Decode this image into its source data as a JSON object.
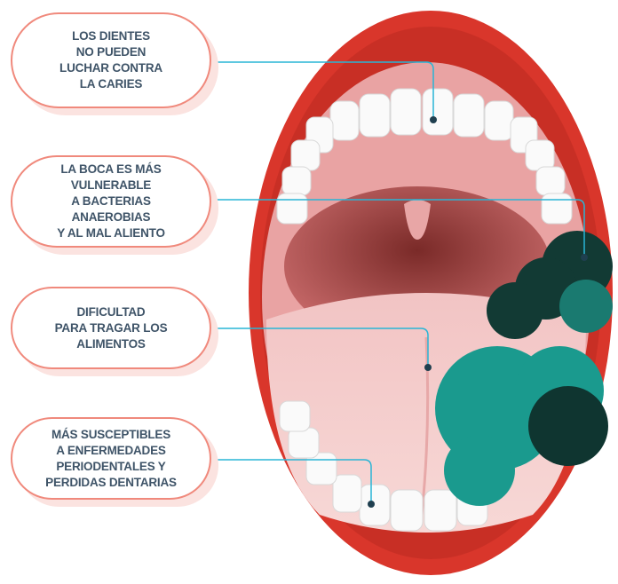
{
  "callouts": [
    {
      "text": "LOS DIENTES\nNO PUEDEN\nLUCHAR CONTRA\nLA CARIES"
    },
    {
      "text": "LA BOCA ES MÁS\nVULNERABLE\nA BACTERIAS\nANAEROBIAS\nY AL MAL ALIENTO"
    },
    {
      "text": "DIFICULTAD\nPARA TRAGAR LOS\nALIMENTOS"
    },
    {
      "text": "MÁS SUSCEPTIBLES\nA ENFERMEDADES\nPERIODENTALES Y\nPERDIDAS DENTARIAS"
    }
  ],
  "colors": {
    "lip": "#d9362b",
    "line": "#29b5d6",
    "text": "#3f5468",
    "border": "#f0897c",
    "bacteria": "#1a9a8e"
  }
}
